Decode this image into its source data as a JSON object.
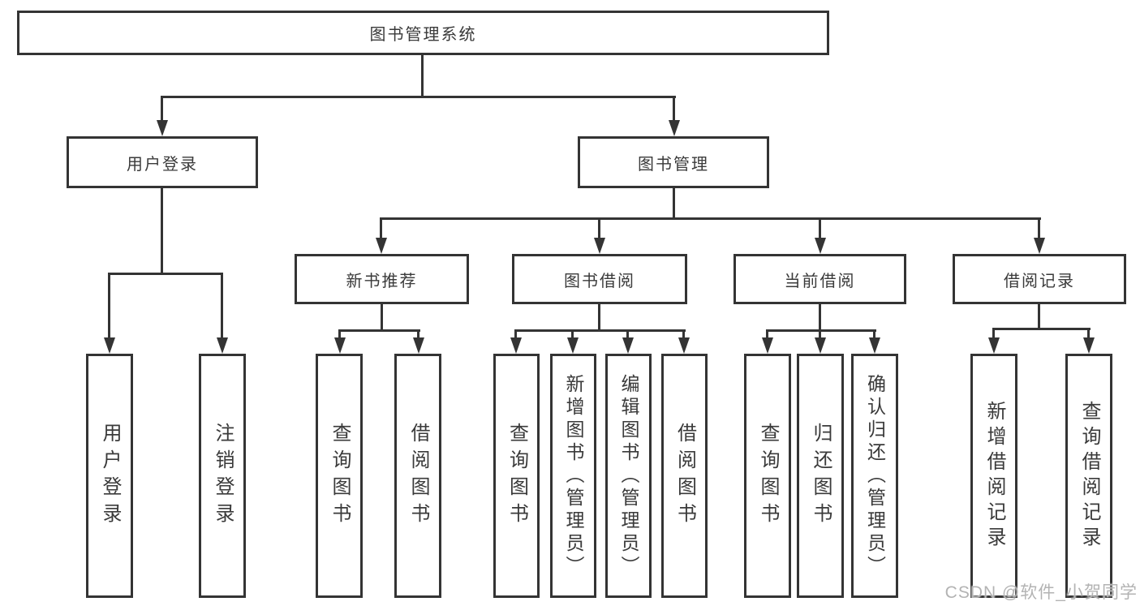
{
  "colors": {
    "line": "#343434",
    "text": "#3a3a3a",
    "box-bg": "#ffffff",
    "page-bg": "#ffffff",
    "watermark": "#b3b3b3"
  },
  "tree": {
    "root": "图书管理系统",
    "login": {
      "label": "用户登录",
      "children": [
        "用户登录",
        "注销登录"
      ]
    },
    "manage": {
      "label": "图书管理",
      "sections": [
        {
          "label": "新书推荐",
          "children": [
            "查询图书",
            "借阅图书"
          ]
        },
        {
          "label": "图书借阅",
          "children": [
            "查询图书",
            "新增图书（管理员）",
            "编辑图书（管理员）",
            "借阅图书"
          ]
        },
        {
          "label": "当前借阅",
          "children": [
            "查询图书",
            "归还图书",
            "确认归还（管理员）"
          ]
        },
        {
          "label": "借阅记录",
          "children": [
            "新增借阅记录",
            "查询借阅记录"
          ]
        }
      ]
    }
  },
  "watermark": "CSDN @软件_小贺同学"
}
